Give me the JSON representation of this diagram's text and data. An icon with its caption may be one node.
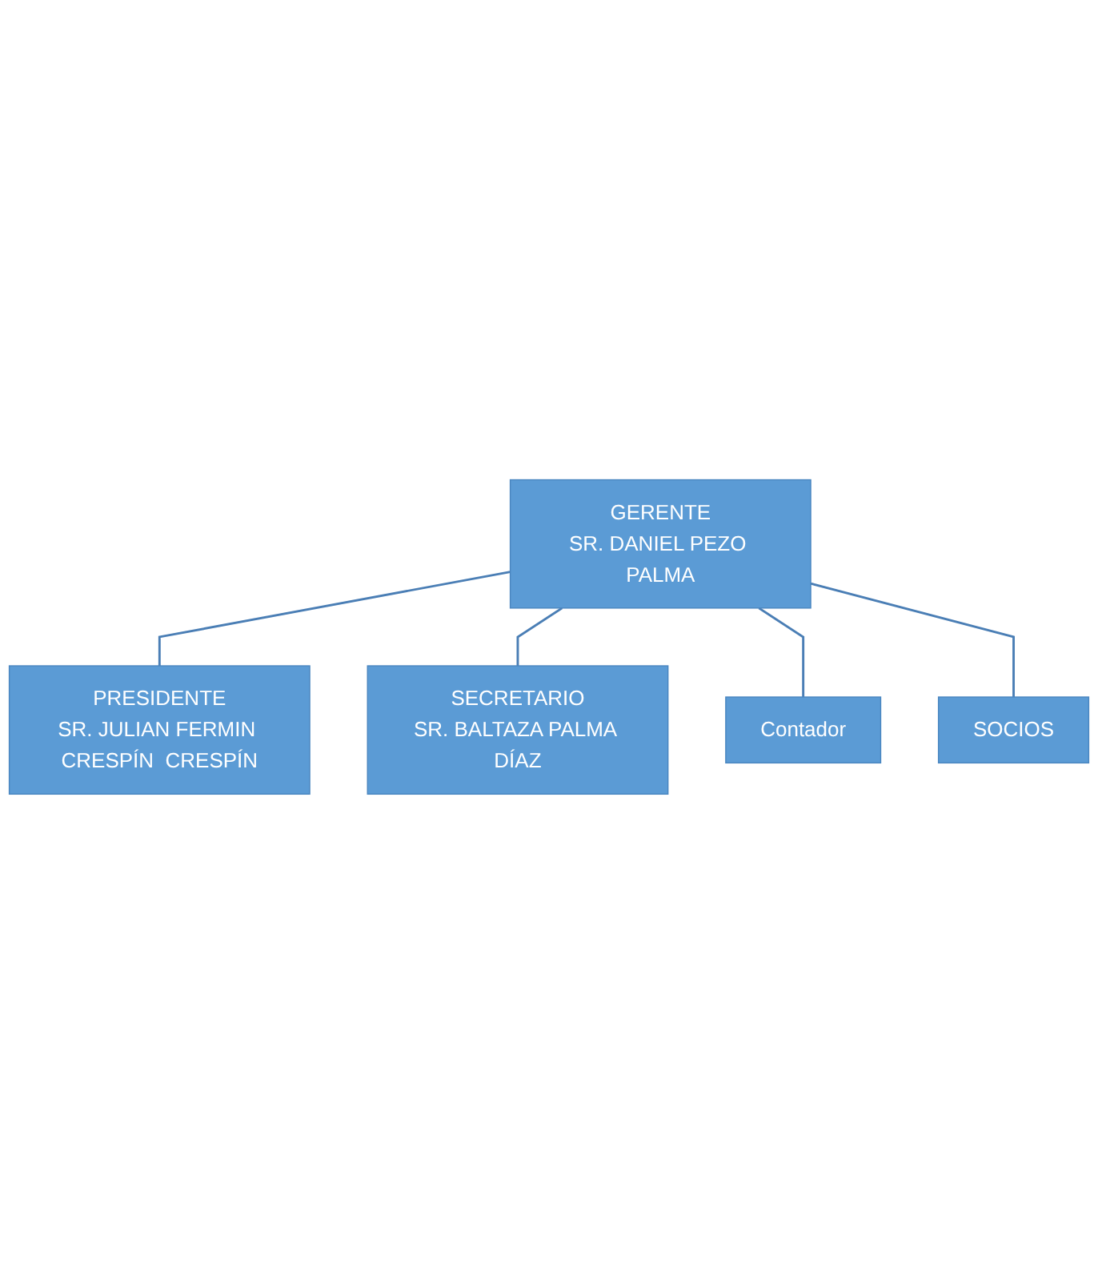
{
  "diagram": {
    "nodes": [
      {
        "text": [
          "GERENTE",
          "SR. DANIEL PEZO PALMA"
        ]
      },
      {
        "text": [
          "PRESIDENTE",
          "SR. JULIAN FERMIN CRESPÍN  CRESPÍN"
        ]
      },
      {
        "text": [
          "SECRETARIO",
          "SR. BALTAZA PALMA DÍAZ"
        ]
      },
      {
        "text": [
          "Contador"
        ]
      },
      {
        "text": [
          "SOCIOS"
        ]
      }
    ],
    "edges": [
      {
        "from": 0,
        "to": 1,
        "arrow": "none"
      },
      {
        "from": 0,
        "to": 2,
        "arrow": "none"
      },
      {
        "from": 0,
        "to": 3,
        "arrow": "none"
      },
      {
        "from": 0,
        "to": 4,
        "arrow": "none"
      }
    ]
  }
}
